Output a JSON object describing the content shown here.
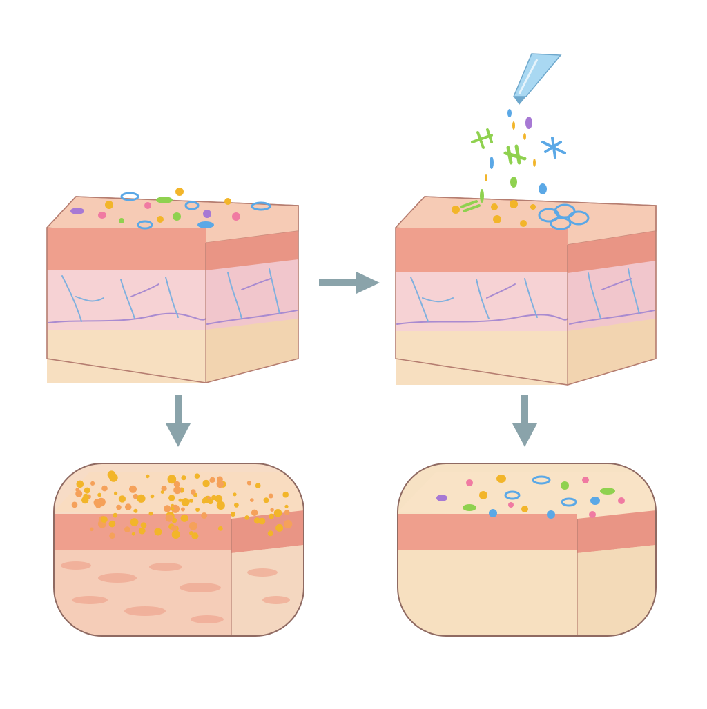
{
  "colors": {
    "background": "#ffffff",
    "skin_top": "#f6cbb5",
    "epidermis": "#ef9f8d",
    "dermis": "#f6d2d4",
    "fat": "#f7dfc0",
    "vessel_blue": "#7fb0de",
    "vessel_purple": "#a98bd0",
    "arrow": "#8aa3aa",
    "outline": "#b57d70",
    "microbe_yellow": "#f2b52a",
    "microbe_green": "#8fd14f",
    "microbe_blue": "#5ba8e6",
    "microbe_purple": "#a779d4",
    "microbe_pink": "#f07aa2",
    "dropper": "#a9d8f2"
  },
  "panels": {
    "top_left": {
      "depicts": "healthy-skin-block-diverse-microbiome"
    },
    "top_right": {
      "depicts": "skin-block-receiving-microbes-from-dropper"
    },
    "bottom_left": {
      "depicts": "skin-section-yellow-microbe-overgrowth"
    },
    "bottom_right": {
      "depicts": "skin-section-restored-diverse-microbiome"
    }
  },
  "icons": {
    "dropper": "pipette-icon",
    "arrow_right": "arrow-right-icon",
    "arrow_down": "arrow-down-icon"
  }
}
